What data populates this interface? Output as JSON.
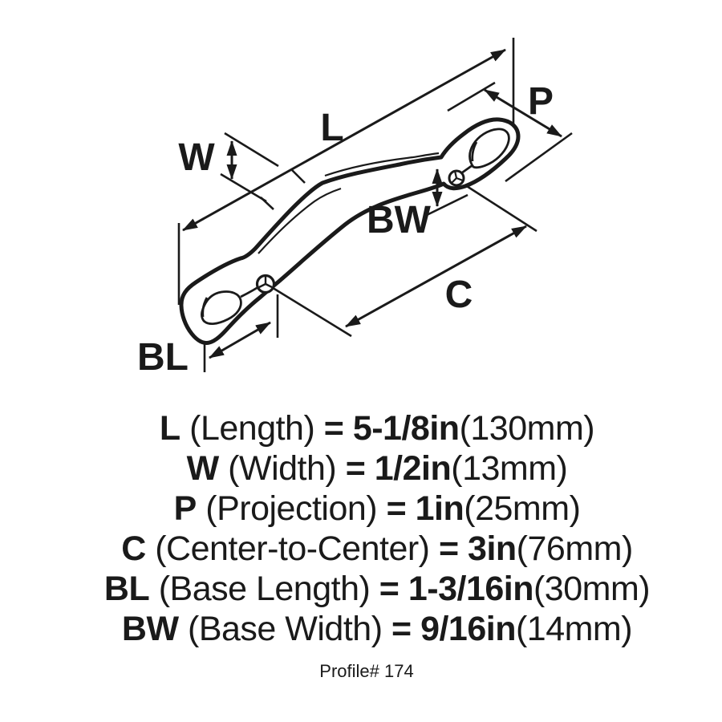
{
  "diagram": {
    "labels": {
      "L": "L",
      "W": "W",
      "P": "P",
      "BW": "BW",
      "C": "C",
      "BL": "BL"
    }
  },
  "specs": {
    "rows": [
      {
        "label": "L",
        "name": "(Length)",
        "eq": "=",
        "value": "5-1/8in",
        "metric": "(130mm)"
      },
      {
        "label": "W",
        "name": "(Width)",
        "eq": "=",
        "value": "1/2in",
        "metric": "(13mm)"
      },
      {
        "label": "P",
        "name": "(Projection)",
        "eq": "=",
        "value": "1in",
        "metric": "(25mm)"
      },
      {
        "label": "C",
        "name": "(Center-to-Center)",
        "eq": "=",
        "value": "3in",
        "metric": "(76mm)"
      },
      {
        "label": "BL",
        "name": "(Base Length)",
        "eq": "=",
        "value": "1-3/16in",
        "metric": "(30mm)"
      },
      {
        "label": "BW",
        "name": "(Base Width)",
        "eq": "=",
        "value": "9/16in",
        "metric": "(14mm)"
      }
    ]
  },
  "footer": {
    "profile_label": "Profile# 174"
  },
  "colors": {
    "ink": "#1a1a1a",
    "background": "#ffffff"
  }
}
